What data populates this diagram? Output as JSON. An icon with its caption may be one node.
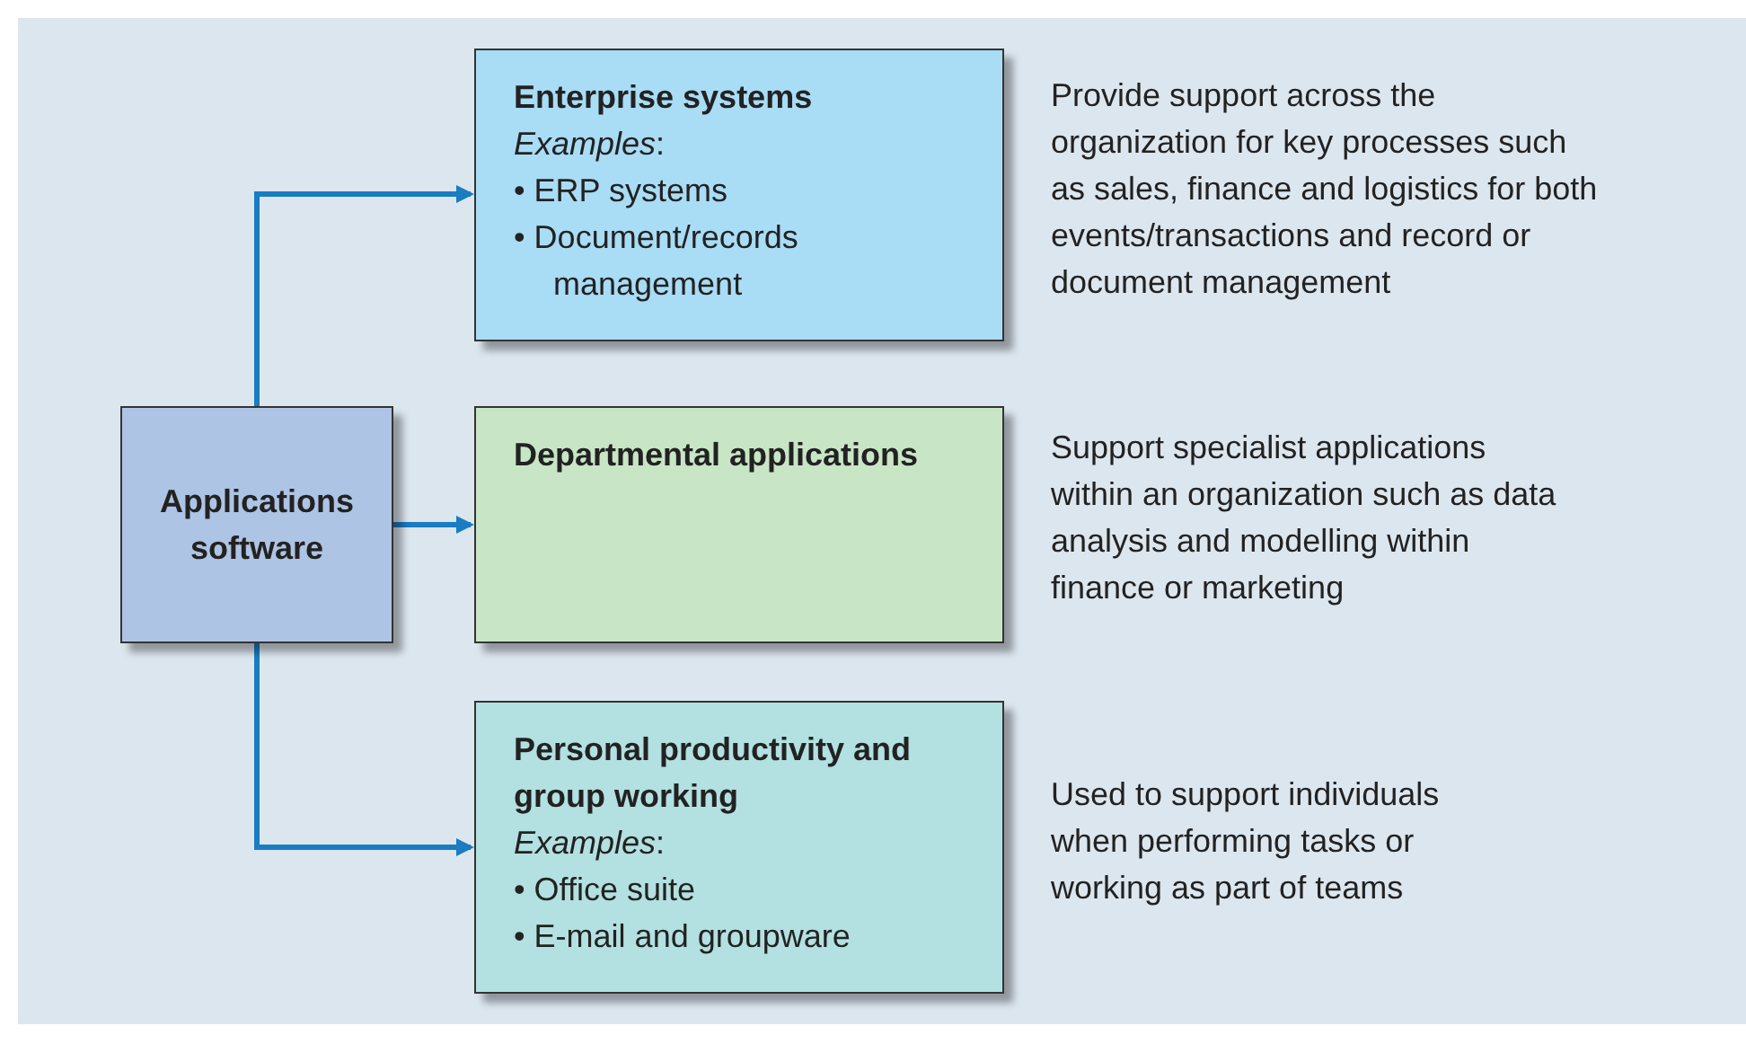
{
  "diagram": {
    "nodes": [
      {
        "text": [
          "Applications software"
        ]
      },
      {
        "text": [
          "Enterprise systems",
          "*Examples*:",
          "• ERP systems",
          "• Document/records management"
        ],
        "beside": [
          "Provide support across the organization for key processes such as sales, finance and logistics for both events/transactions and record or document management"
        ]
      },
      {
        "text": [
          "Departmental applications"
        ],
        "beside": [
          "Support specialist applications within an organization such as data analysis and modelling within finance or marketing"
        ]
      },
      {
        "text": [
          "Personal productivity and group working",
          "*Examples*:",
          "• Office suite",
          "• E-mail and groupware"
        ],
        "beside": [
          "Used to support individuals when performing tasks or working as part of teams"
        ]
      }
    ],
    "edges": [
      {
        "from": 0,
        "to": 1,
        "arrow": "to"
      },
      {
        "from": 0,
        "to": 2,
        "arrow": "to"
      },
      {
        "from": 0,
        "to": 3,
        "arrow": "to"
      }
    ]
  }
}
